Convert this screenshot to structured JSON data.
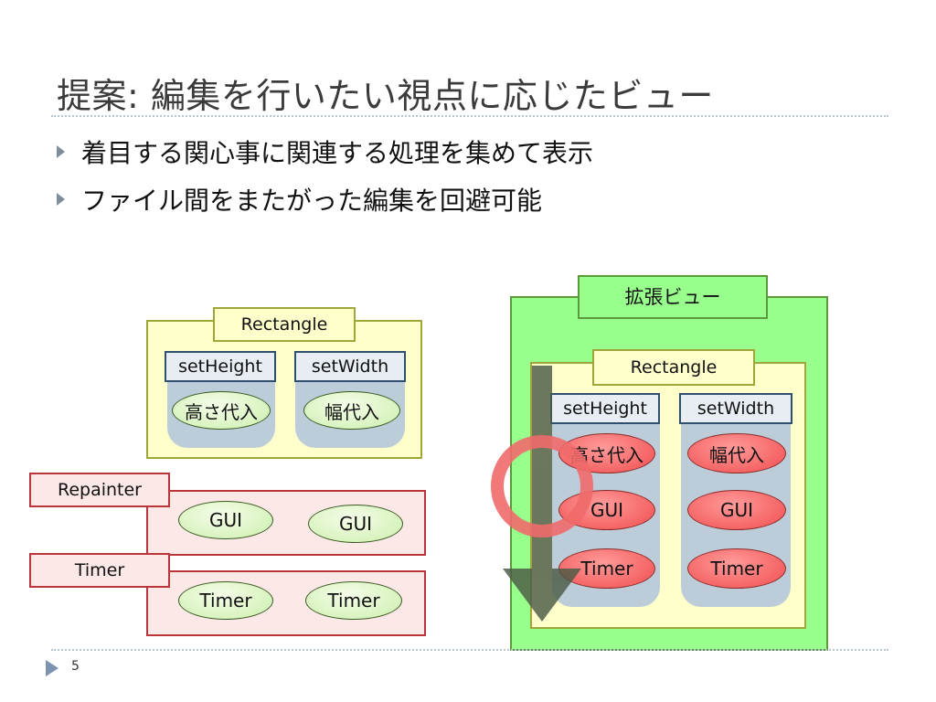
{
  "slide": {
    "title": "提案: 編集を行いたい視点に応じたビュー",
    "bullets": [
      "着目する関心事に関連する処理を集めて表示",
      "ファイル間をまたがった編集を回避可能"
    ],
    "page_number": "5"
  },
  "left_diagram": {
    "class_label": "Rectangle",
    "methods": [
      {
        "name": "setHeight",
        "op": "高さ代入"
      },
      {
        "name": "setWidth",
        "op": "幅代入"
      }
    ],
    "aspects": [
      {
        "name": "Repainter",
        "ops": [
          "GUI",
          "GUI"
        ]
      },
      {
        "name": "Timer",
        "ops": [
          "Timer",
          "Timer"
        ]
      }
    ]
  },
  "right_diagram": {
    "view_label": "拡張ビュー",
    "class_label": "Rectangle",
    "methods": [
      {
        "name": "setHeight",
        "ops": [
          "高さ代入",
          "GUI",
          "Timer"
        ]
      },
      {
        "name": "setWidth",
        "ops": [
          "幅代入",
          "GUI",
          "Timer"
        ]
      }
    ]
  },
  "colors": {
    "yellow_fill": "#ffffcc",
    "yellow_border": "#9ea83a",
    "pink_fill": "#fde8e8",
    "pink_border": "#b8363c",
    "green_fill": "#99ff8c",
    "green_border": "#5a9a3a",
    "method_column": "#bccdd9",
    "red_ellipse": "#f56464",
    "green_ellipse": "#d8f3bf",
    "arrow": "#4b5a45",
    "highlight_ring": "#f06a6a"
  }
}
